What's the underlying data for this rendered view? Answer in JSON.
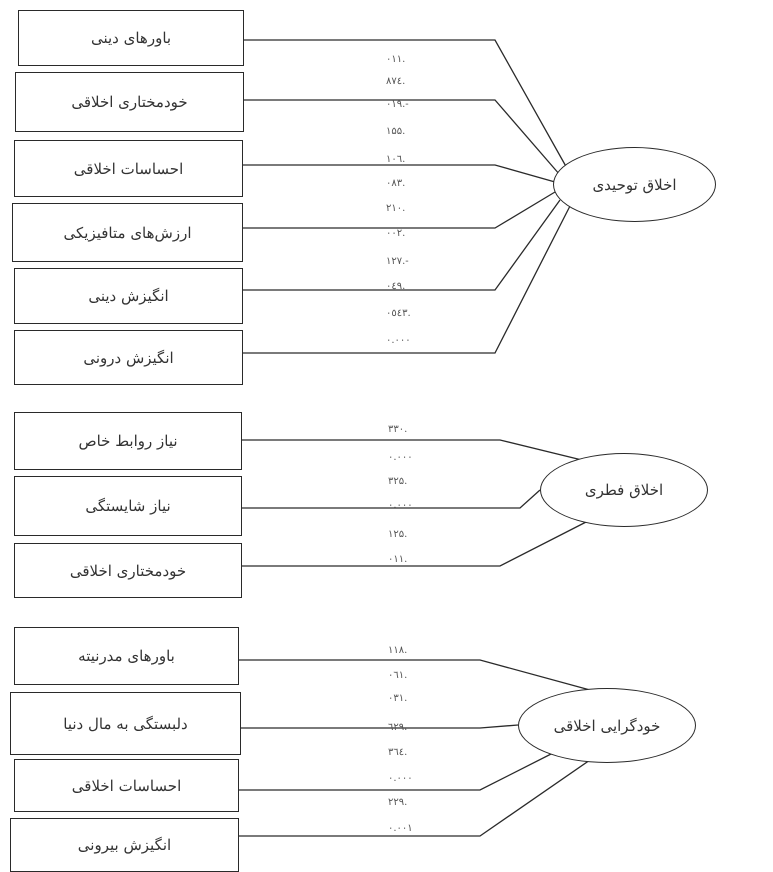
{
  "groups": [
    {
      "factor": "اخلاق توحیدی",
      "indicators": [
        "باورهای دینی",
        "خودمختاری اخلاقی",
        "احساسات اخلاقی",
        "ارزش‌های متافیزیکی",
        "انگیزش دینی",
        "انگیزش درونی"
      ],
      "coefficients": [
        "۰۱۱.",
        "۸۷٤.",
        "۰۱۹.-",
        "۱۵۵.",
        "۱۰٦.",
        "۰۸۳.",
        "۲۱۰.",
        "۰۰۲.",
        "۱۲۷.-",
        "۰٤۹.",
        "۰٥٤۳.",
        "۰.۰۰۰"
      ]
    },
    {
      "factor": "اخلاق فطری",
      "indicators": [
        "نیاز روابط خاص",
        "نیاز شایستگی",
        "خودمختاری اخلاقی"
      ],
      "coefficients": [
        "۳۳۰.",
        "۰.۰۰۰",
        "۳۲۵.",
        "۰.۰۰۰",
        "۱۲۵.",
        "۰۱۱."
      ]
    },
    {
      "factor": "خودگرایی اخلاقی",
      "indicators": [
        "باورهای مدرنیته",
        "دلبستگی به مال دنیا",
        "احساسات اخلاقی",
        "انگیزش بیرونی"
      ],
      "coefficients": [
        "۱۱۸.",
        "۰٦۱.",
        "۰۳۱.",
        "٦۲۹.",
        "۳٦٤.",
        "۰.۰۰۰",
        "۲۲۹.",
        "۰.۰۰۱"
      ]
    }
  ]
}
